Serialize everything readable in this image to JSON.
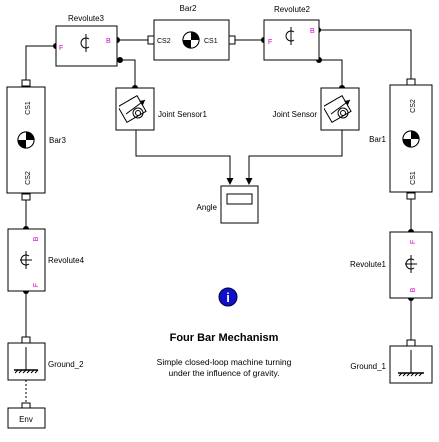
{
  "blocks": {
    "revolute3": {
      "name": "Revolute3"
    },
    "bar2": {
      "name": "Bar2"
    },
    "revolute2": {
      "name": "Revolute2"
    },
    "joint_sensor1": {
      "name": "Joint Sensor1"
    },
    "joint_sensor": {
      "name": "Joint Sensor"
    },
    "angle": {
      "name": "Angle"
    },
    "bar3": {
      "name": "Bar3"
    },
    "bar1": {
      "name": "Bar1"
    },
    "revolute4": {
      "name": "Revolute4"
    },
    "revolute1": {
      "name": "Revolute1"
    },
    "ground_2": {
      "name": "Ground_2"
    },
    "ground_1": {
      "name": "Ground_1"
    },
    "env": {
      "name": "Env"
    }
  },
  "ports": {
    "CS1": "CS1",
    "CS2": "CS2",
    "F": "F",
    "B": "B"
  },
  "info": {
    "glyph": "i"
  },
  "annotation": {
    "title": "Four Bar Mechanism",
    "description": [
      "Simple closed-loop machine turning",
      "under the influence of gravity."
    ]
  }
}
